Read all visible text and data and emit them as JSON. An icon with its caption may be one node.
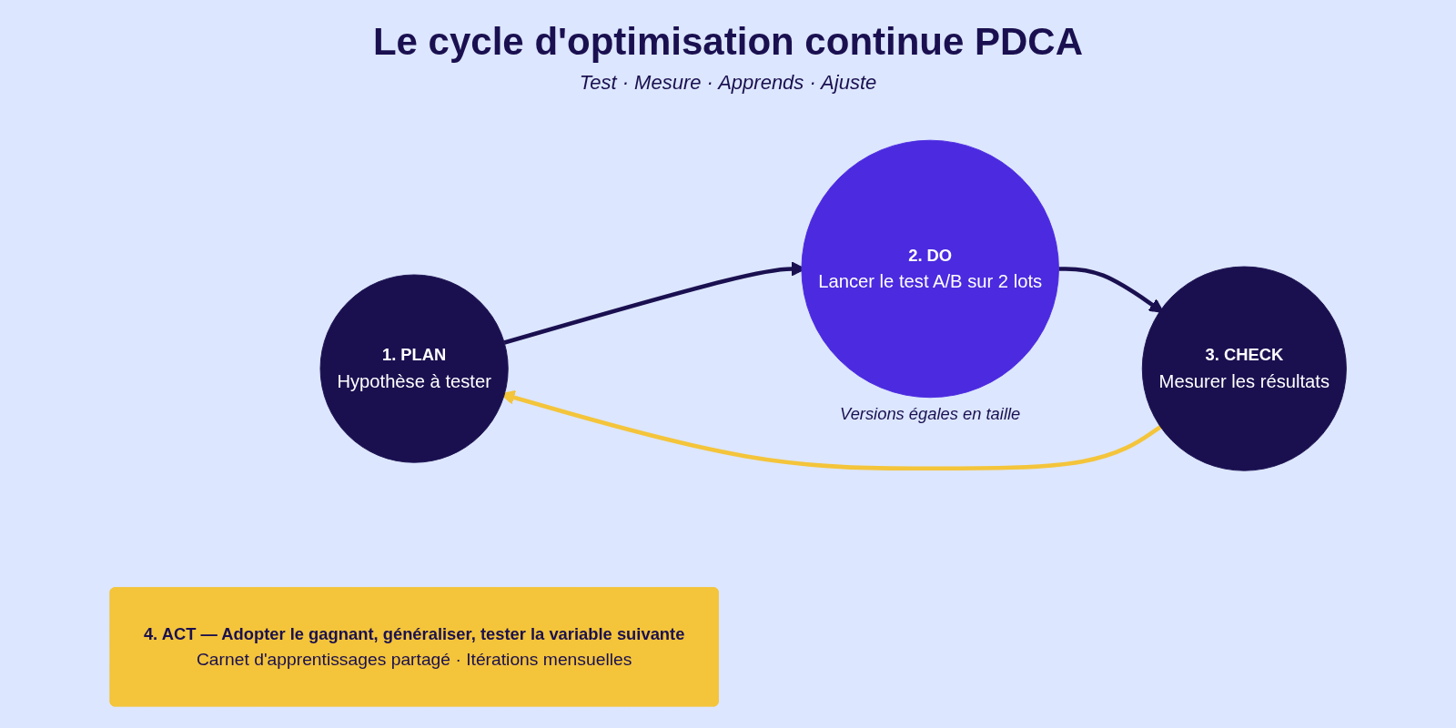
{
  "diagram": {
    "title": "Le cycle d'optimisation continue PDCA",
    "nodes": [
      {
        "text": [
          "1. PLAN",
          "Hypothèse à tester"
        ]
      },
      {
        "text": [
          "2. DO",
          "Lancer le test A/B sur 2 lots"
        ],
        "beside": [
          "Versions égales en taille"
        ]
      },
      {
        "text": [
          "3. CHECK",
          "Mesurer les résultats"
        ]
      },
      {
        "text": [
          "4. ACT — Adopter le gagnant, généraliser, tester la variable suivante",
          "Carnet d'apprentissages partagé · Itérations mensuelles"
        ]
      }
    ],
    "edges": [
      {
        "from": 0,
        "to": 1,
        "arrow": "to"
      },
      {
        "from": 1,
        "to": 2,
        "arrow": "to"
      },
      {
        "from": 2,
        "to": 0,
        "arrow": "to",
        "color": "#f4c43a"
      }
    ],
    "labels": [
      "Test · Mesure · Apprends · Ajuste"
    ]
  }
}
